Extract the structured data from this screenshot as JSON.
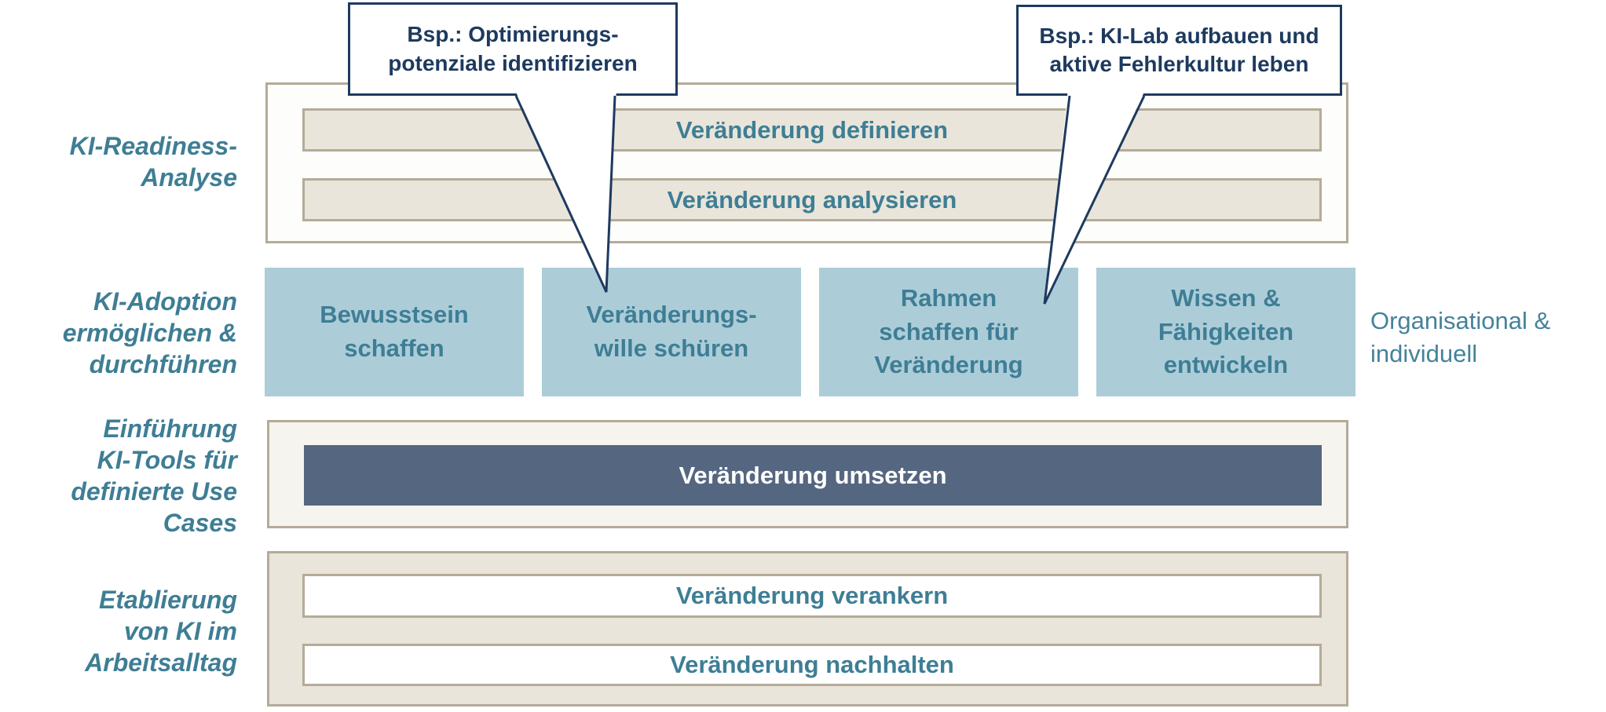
{
  "palette": {
    "teal_text": "#3e7e95",
    "light_blue_box": "#accdd8",
    "slate_blue_bar": "#556680",
    "beige_fill": "#e9e5da",
    "tan_border": "#b4ab98",
    "navy_callout": "#1e3a5f",
    "cream_panel": "#f6f4ee"
  },
  "callouts": {
    "optimierung": {
      "text": "Bsp.: Optimierungs-\npotenziale identifizieren"
    },
    "ki_lab": {
      "text": "Bsp.: KI-Lab aufbauen und\naktive Fehlerkultur leben"
    }
  },
  "phases": {
    "readiness": {
      "label": "KI-Readiness-\nAnalyse",
      "bars": [
        {
          "label": "Veränderung definieren"
        },
        {
          "label": "Veränderung analysieren"
        }
      ]
    },
    "adoption": {
      "label": "KI-Adoption\nermöglichen &\ndurchführen",
      "boxes": [
        {
          "label": "Bewusstsein\nschaffen"
        },
        {
          "label": "Veränderungs-\nwille schüren"
        },
        {
          "label": "Rahmen\nschaffen für\nVeränderung"
        },
        {
          "label": "Wissen &\nFähigkeiten\nentwickeln"
        }
      ],
      "note": "Organisational &\nindividuell"
    },
    "einfuehrung": {
      "label": "Einführung\nKI-Tools für\ndefinierte Use\nCases",
      "bar": {
        "label": "Veränderung umsetzen"
      }
    },
    "etablierung": {
      "label": "Etablierung\nvon KI im\nArbeitsalltag",
      "bars": [
        {
          "label": "Veränderung verankern"
        },
        {
          "label": "Veränderung nachhalten"
        }
      ]
    }
  }
}
